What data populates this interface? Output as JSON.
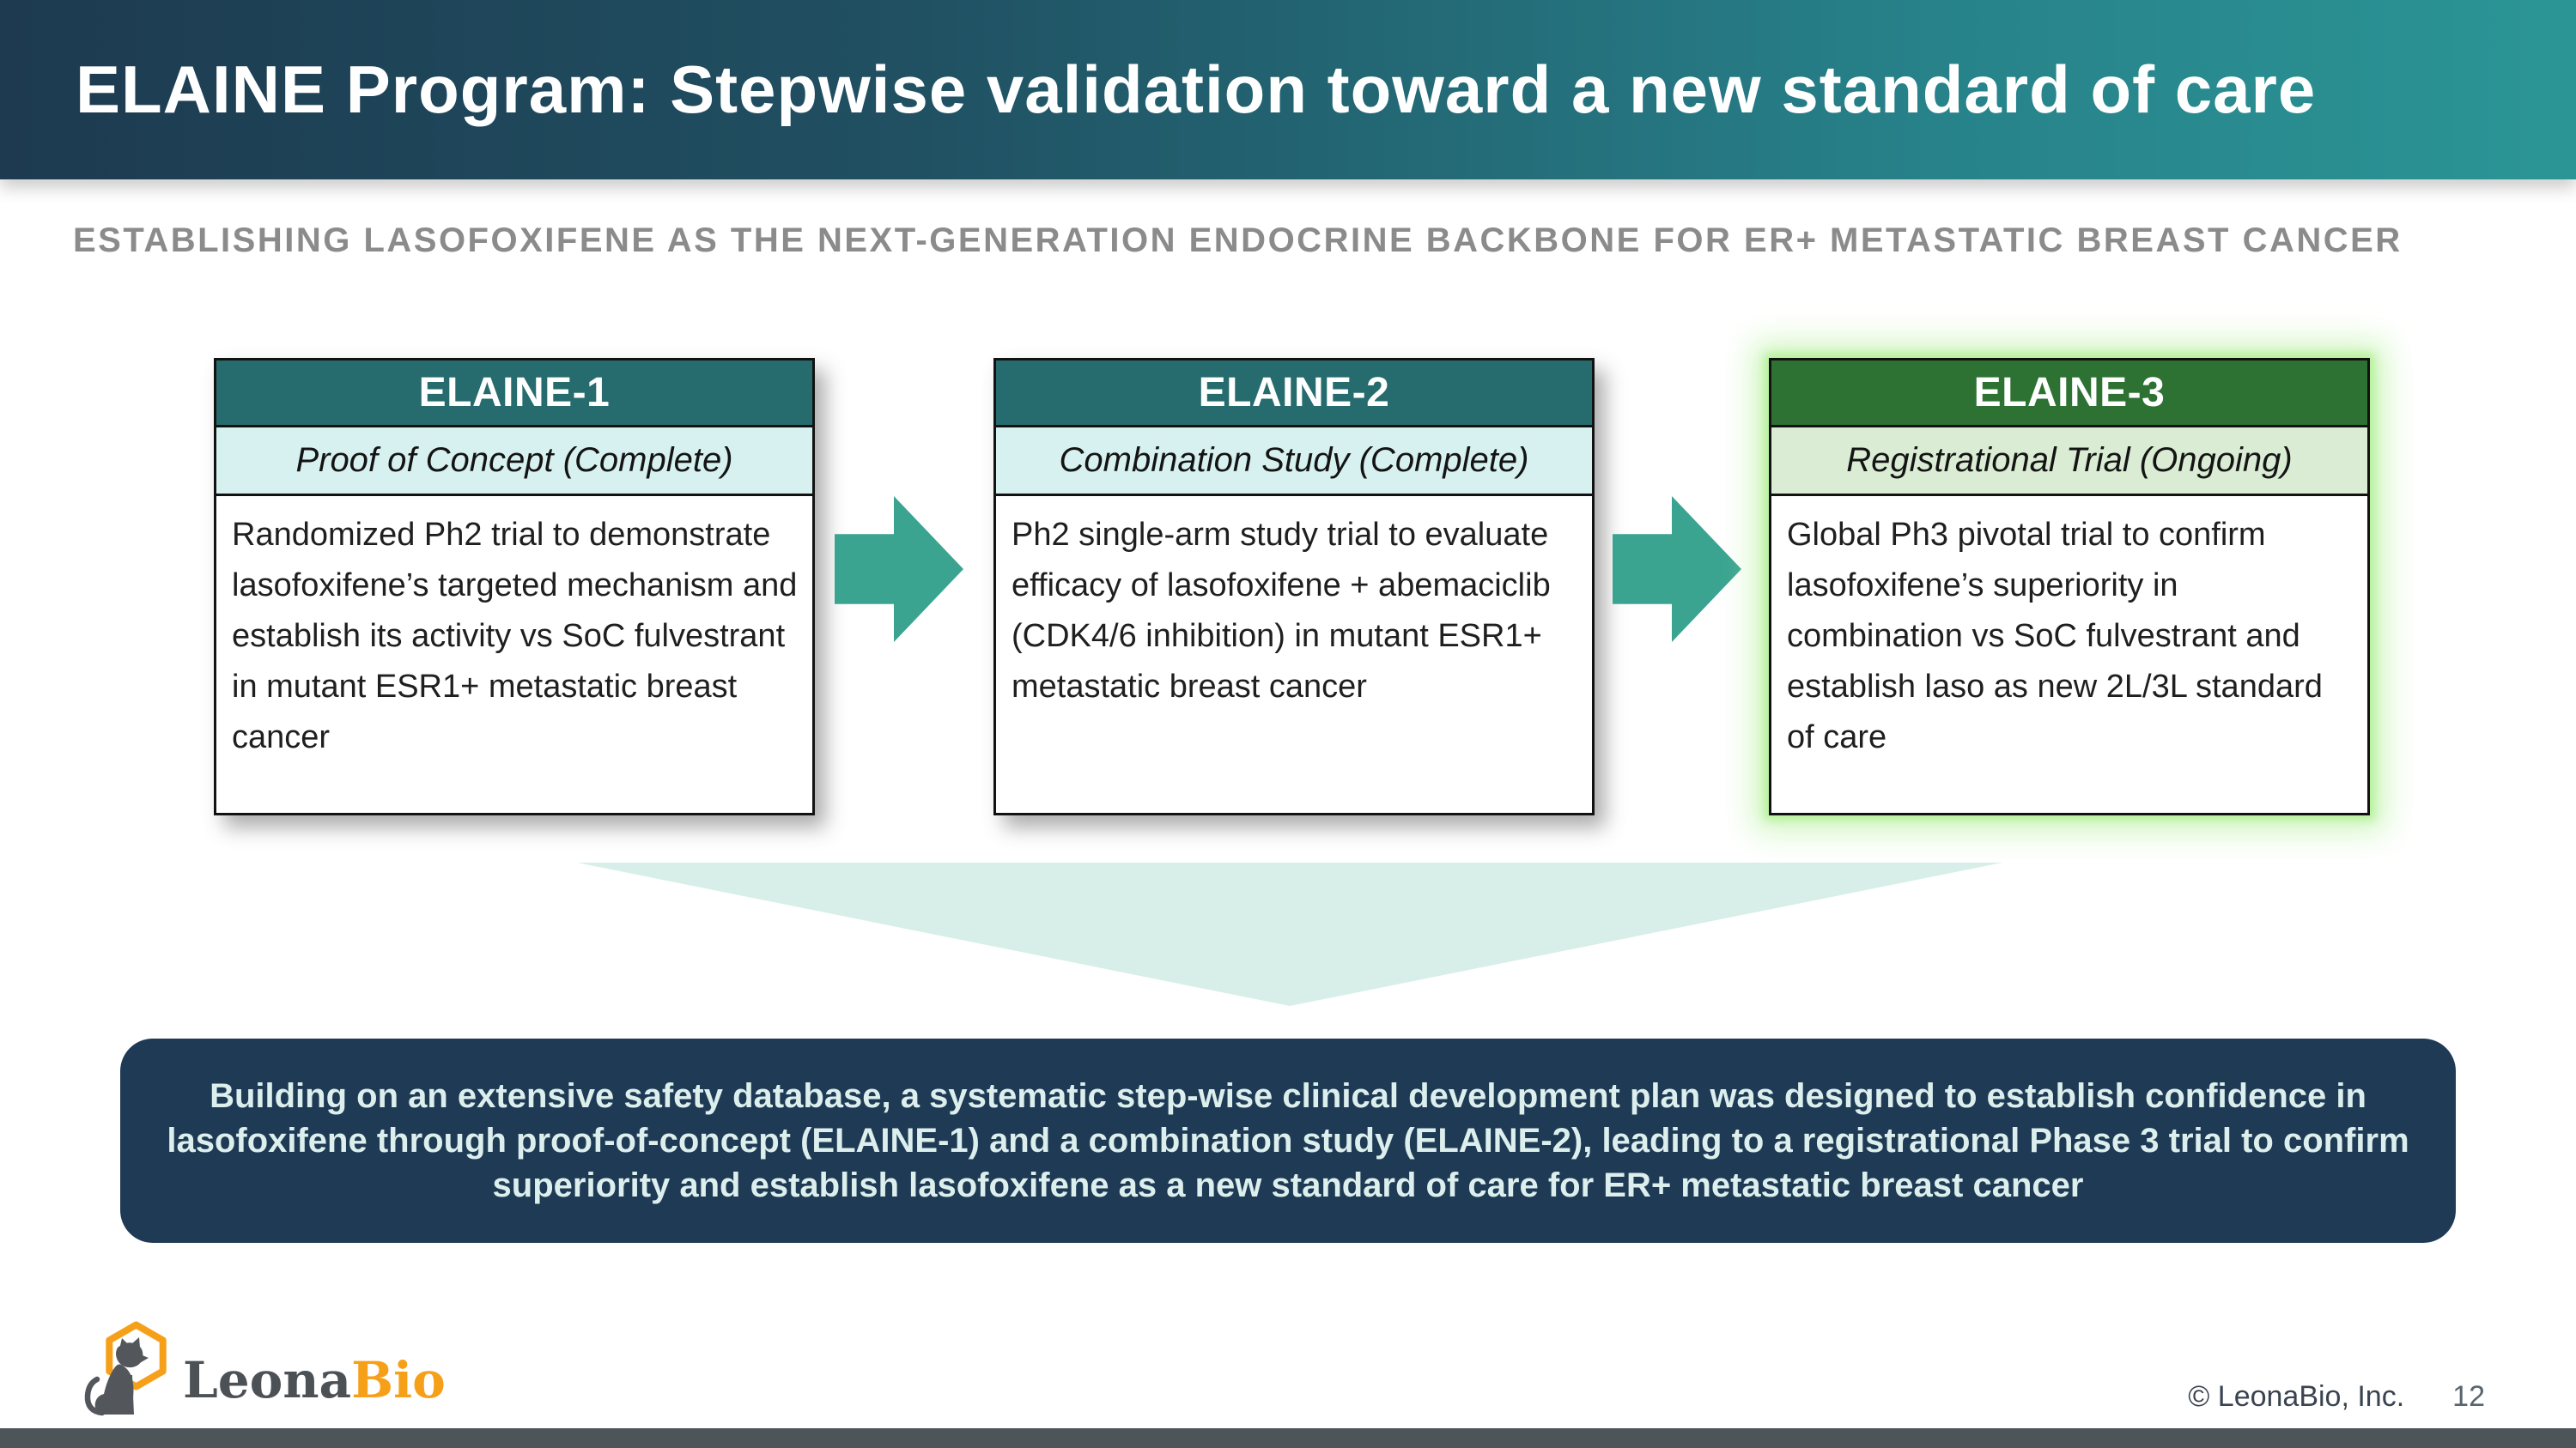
{
  "slide": {
    "title": "ELAINE Program: Stepwise validation toward a new standard of care",
    "subtitle": "ESTABLISHING LASOFOXIFENE AS THE NEXT-GENERATION ENDOCRINE BACKBONE FOR ER+ METASTATIC BREAST CANCER"
  },
  "cards": [
    {
      "name": "ELAINE-1",
      "status": "Proof of Concept (Complete)",
      "description": "Randomized Ph2 trial to demonstrate lasofoxifene’s targeted mechanism and establish its activity vs SoC fulvestrant in mutant ESR1+ metastatic breast cancer",
      "theme": "teal"
    },
    {
      "name": "ELAINE-2",
      "status": "Combination Study (Complete)",
      "description": "Ph2 single-arm study trial to evaluate efficacy of lasofoxifene + abemaciclib (CDK4/6 inhibition) in mutant ESR1+ metastatic breast cancer",
      "theme": "teal"
    },
    {
      "name": "ELAINE-3",
      "status": "Registrational Trial (Ongoing)",
      "description": "Global Ph3 pivotal trial to confirm lasofoxifene’s superiority in combination vs SoC fulvestrant and establish laso as new 2L/3L standard of care",
      "theme": "green"
    }
  ],
  "summary": "Building on an extensive safety database, a systematic step-wise clinical development plan was designed to establish confidence in lasofoxifene through proof-of-concept (ELAINE-1) and a combination study (ELAINE-2), leading to a registrational Phase 3 trial to confirm superiority and establish lasofoxifene as a new standard of care for ER+ metastatic breast cancer",
  "footer": {
    "logo_text_primary": "Leona",
    "logo_text_accent": "Bio",
    "copyright": "© LeonaBio, Inc.",
    "page_number": "12"
  },
  "icons": {
    "step_arrow": "block-arrow-right",
    "funnel": "down-triangle",
    "logo_mark": "cat-in-hexagon"
  },
  "colors": {
    "header_gradient_left": "#1D3A50",
    "header_gradient_right": "#2B9595",
    "teal_card_header": "#266B6D",
    "teal_card_status": "#D6F1EF",
    "green_card_header": "#2E7233",
    "green_card_status": "#DAECD4",
    "step_arrow_teal": "#3BA491",
    "funnel_mint": "#D8EFE9",
    "summary_navy": "#1F3A55",
    "bottom_bar": "#4D5559",
    "subtitle_gray": "#8B8B8B",
    "logo_orange": "#F6A01A",
    "logo_gray": "#4C5156"
  }
}
